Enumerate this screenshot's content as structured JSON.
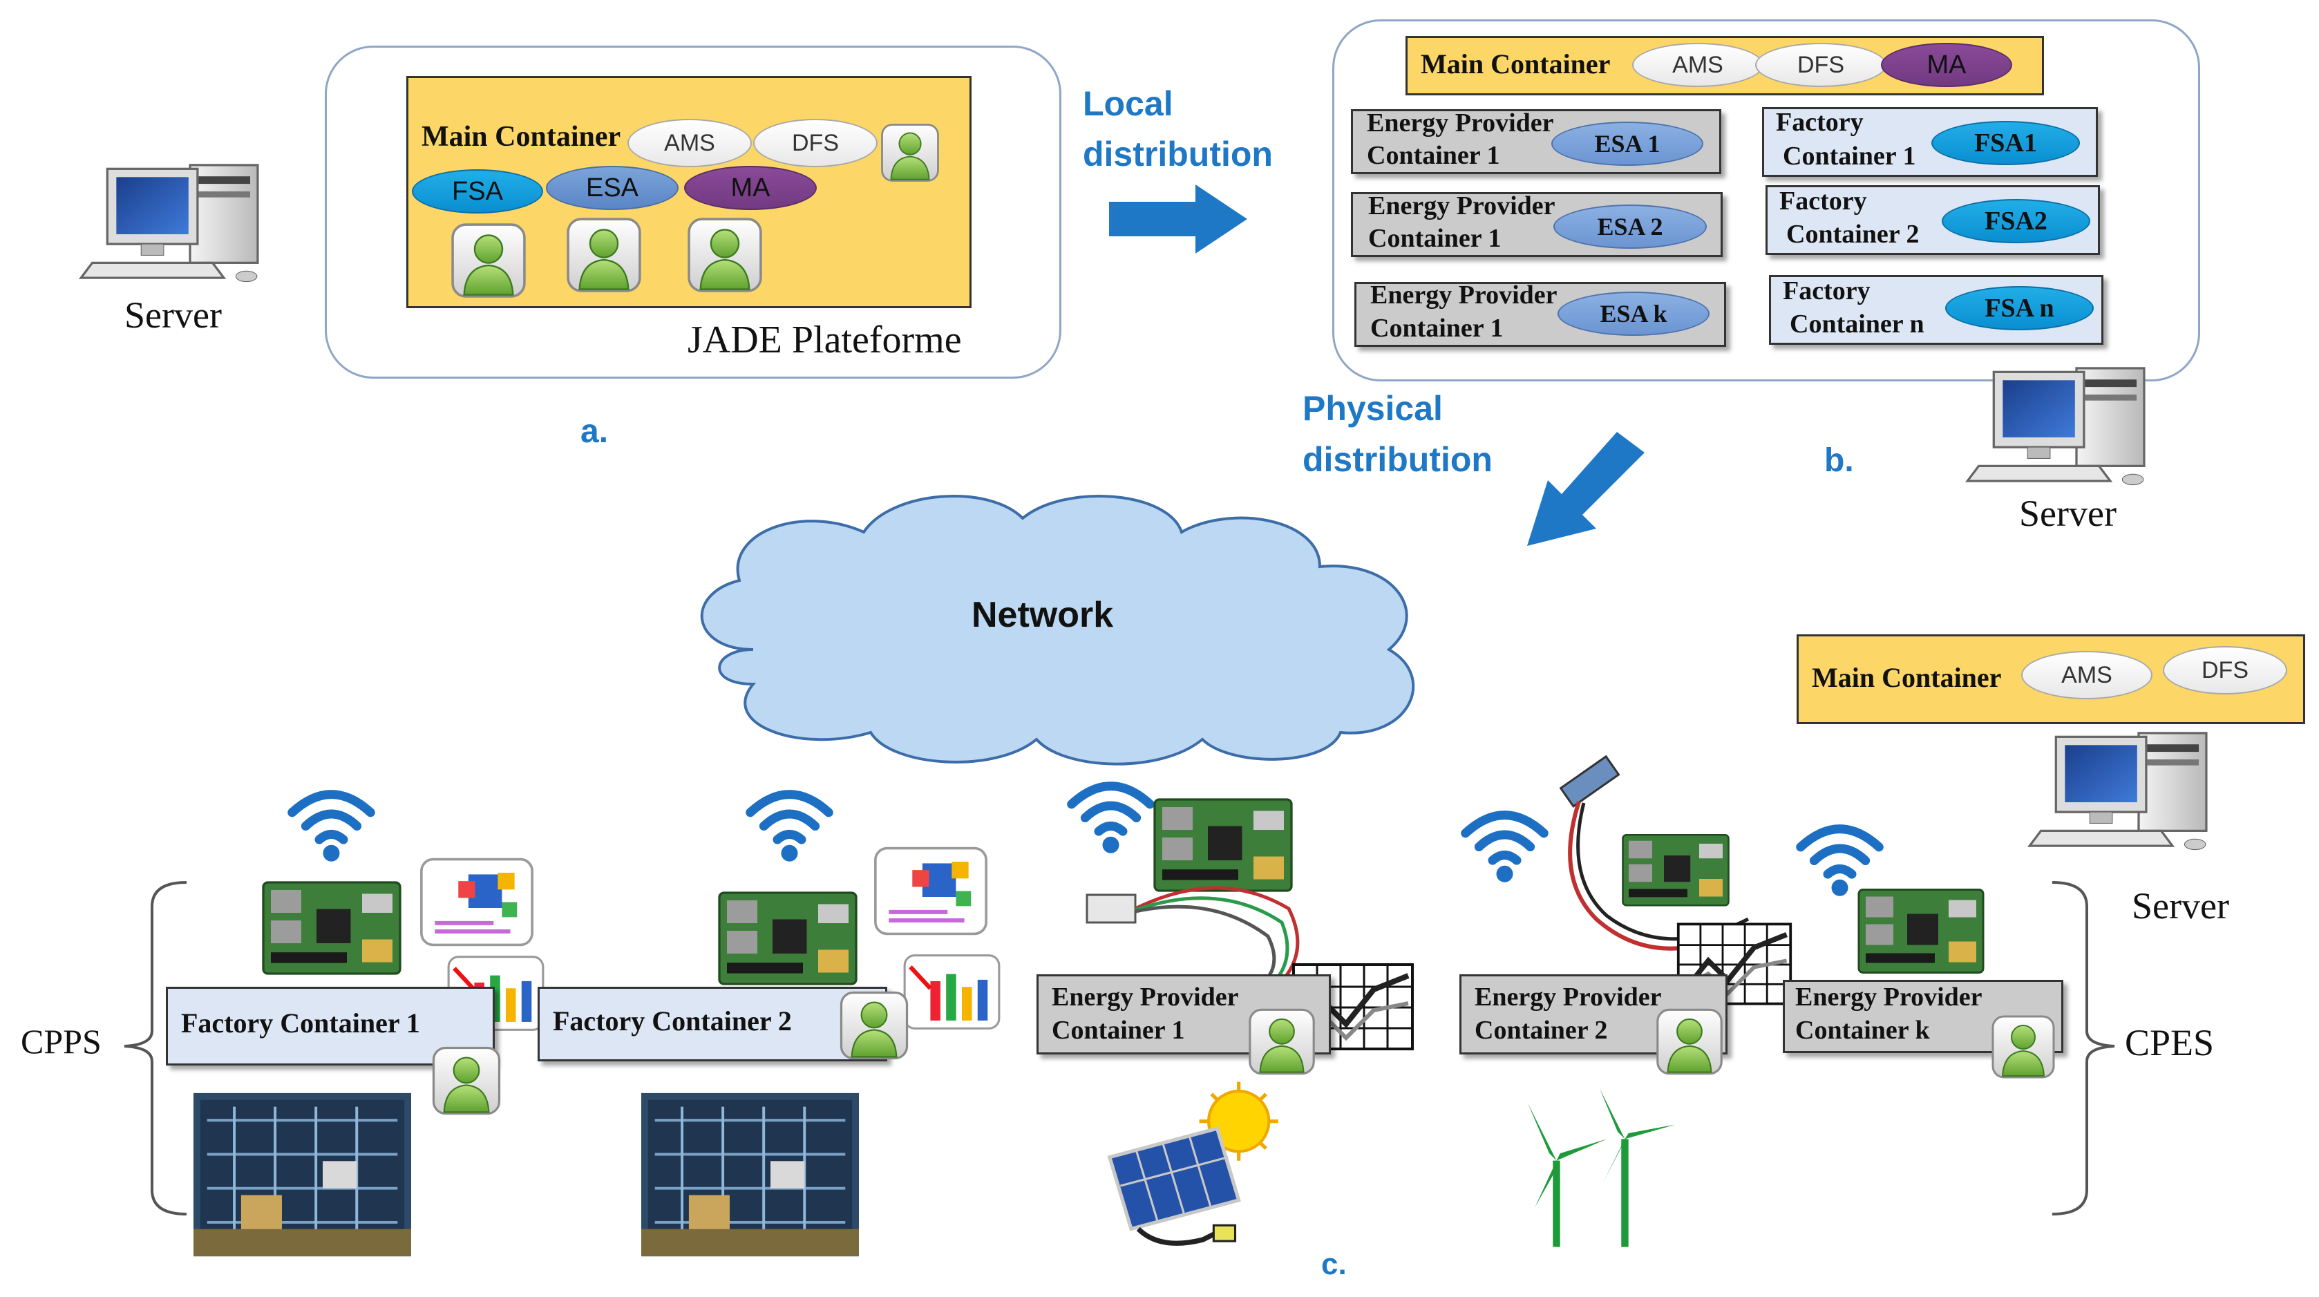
{
  "section_a": {
    "main_container": "Main Container",
    "ams": "AMS",
    "dfs": "DFS",
    "fsa": "FSA",
    "esa": "ESA",
    "ma": "MA",
    "platform": "JADE Plateforme",
    "server": "Server",
    "letter": "a."
  },
  "local_distribution": {
    "line1": "Local",
    "line2": "distribution"
  },
  "section_b": {
    "main_container": "Main Container",
    "ams": "AMS",
    "dfs": "DFS",
    "ma": "MA",
    "energy_containers": [
      {
        "line1": "Energy Provider",
        "line2": "Container  1",
        "agent": "ESA 1"
      },
      {
        "line1": "Energy Provider",
        "line2": "Container  1",
        "agent": "ESA  2"
      },
      {
        "line1": "Energy Provider",
        "line2": "Container  1",
        "agent": "ESA k"
      }
    ],
    "factory_containers": [
      {
        "line1": "Factory",
        "line2": "Container 1",
        "agent": "FSA1"
      },
      {
        "line1": "Factory",
        "line2": "Container 2",
        "agent": "FSA2"
      },
      {
        "line1": "Factory",
        "line2": "Container n",
        "agent": "FSA n"
      }
    ],
    "server": "Server",
    "letter": "b."
  },
  "physical_distribution": {
    "line1": "Physical",
    "line2": "distribution"
  },
  "network": "Network",
  "section_c": {
    "main_container": "Main Container",
    "ams": "AMS",
    "dfs": "DFS",
    "server": "Server",
    "cpps": "CPPS",
    "cpes": "CPES",
    "factory_container_1": "Factory Container 1",
    "factory_container_2": "Factory Container 2",
    "energy_1": {
      "line1": "Energy Provider",
      "line2": "Container  1"
    },
    "energy_2": {
      "line1": "Energy Provider",
      "line2": "Container  2"
    },
    "energy_k": {
      "line1": "Energy Provider",
      "line2": "Container  k"
    },
    "letter": "c."
  },
  "colors": {
    "accent_blue": "#1f78c6",
    "container_yellow": "#fcd667",
    "network_cloud": "#bcd8f2"
  }
}
